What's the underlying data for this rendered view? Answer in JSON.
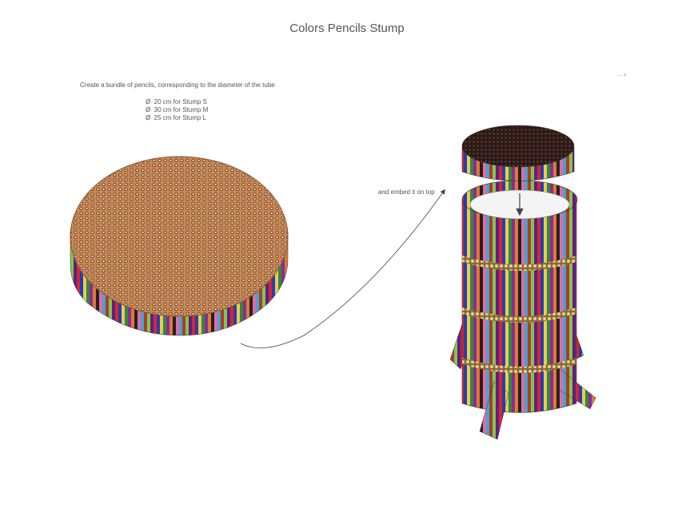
{
  "title": "Colors Pencils Stump",
  "intro": "Create a bundle of pencils, corresponding to the diameter of the tube",
  "sizes": [
    "Ø  20 cm for Stump S",
    "Ø  30 cm for Stump M",
    "Ø  25 cm for Stump L"
  ],
  "embed_label": "and embed it on top",
  "corner_mark": "..... v",
  "colors": {
    "text": "#555555",
    "pencil_palette": [
      "#d9262b",
      "#f2c84b",
      "#1f3fb8",
      "#2e8b3e",
      "#e07a2c",
      "#8a2a9e",
      "#e46aa0",
      "#222222",
      "#3fa6d8",
      "#b53a1f",
      "#7ec850",
      "#f5e9b0"
    ]
  }
}
